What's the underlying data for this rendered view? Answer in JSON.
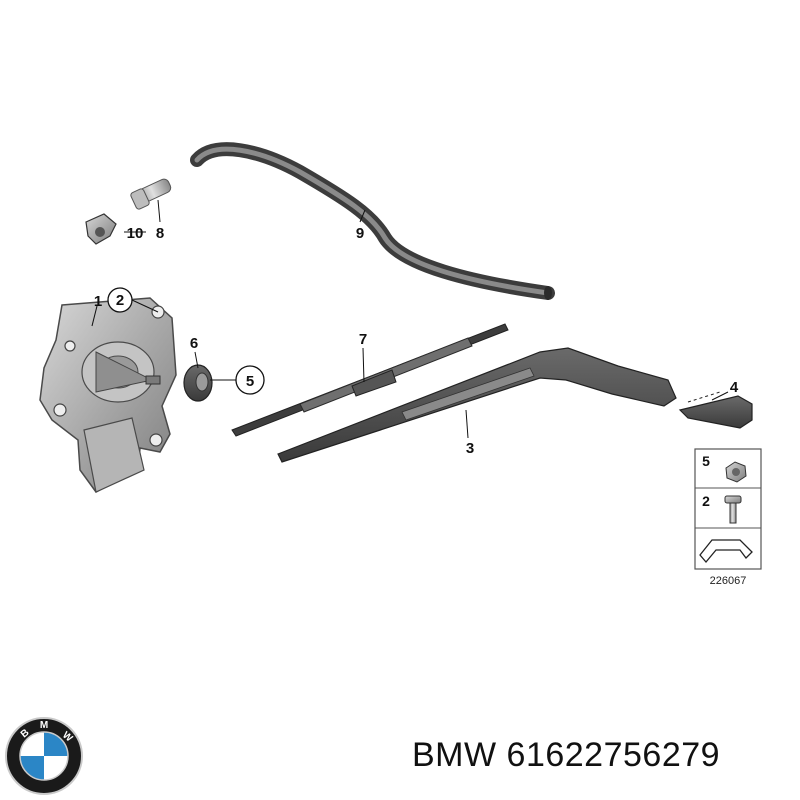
{
  "callouts": {
    "c1": "1",
    "c2": "2",
    "c3": "3",
    "c4": "4",
    "c5": "5",
    "c6": "6",
    "c7": "7",
    "c8": "8",
    "c9": "9",
    "c10": "10"
  },
  "legend": {
    "row1": "5",
    "row2": "2"
  },
  "reference_number": "226067",
  "caption": {
    "brand": "BMW",
    "part_number": "61622756279"
  },
  "logo": {
    "lettering": "BMW",
    "colors": {
      "ring": "#1a1a1a",
      "blue": "#2b86c6",
      "white": "#ffffff",
      "silver": "#c9c9c9"
    }
  },
  "icons": [
    "wiper-motor-icon",
    "washer-hose-icon",
    "wiper-arm-icon",
    "wiper-blade-icon",
    "arm-cover-icon",
    "hex-nut-icon",
    "bolt-icon",
    "seal-icon",
    "nozzle-icon",
    "connector-icon",
    "bmw-logo-icon"
  ]
}
